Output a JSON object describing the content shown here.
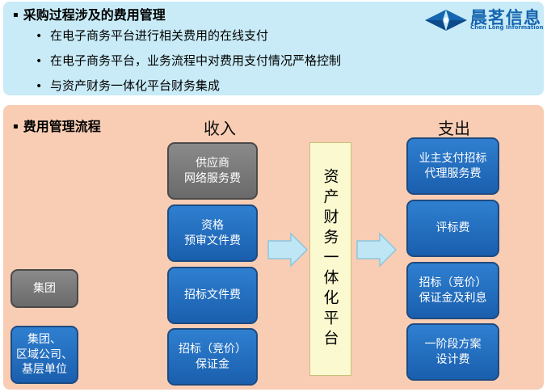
{
  "top": {
    "title": "采购过程涉及的费用管理",
    "bullets": [
      "在电子商务平台进行相关费用的在线支付",
      "在电子商务平台，业务流程中对费用支付情况严格控制",
      "与资产财务一体化平台财务集成"
    ]
  },
  "logo": {
    "name_cn": "晨茗信息",
    "name_en": "Chen Long Information",
    "color": "#1565b0"
  },
  "flow": {
    "title": "费用管理流程",
    "income_heading": "收入",
    "expense_heading": "支出",
    "center": "资产财务一体化平台",
    "left_boxes": [
      "集团",
      "集团、\n区域公司、\n基层单位"
    ],
    "income_items": [
      "供应商\n网络服务费",
      "资格\n预审文件费",
      "招标文件费",
      "招标（竞价）\n保证金"
    ],
    "expense_items": [
      "业主支付招标\n代理服务费",
      "评标费",
      "招标（竞价）\n保证金及利息",
      "一阶段方案\n设计费"
    ]
  }
}
